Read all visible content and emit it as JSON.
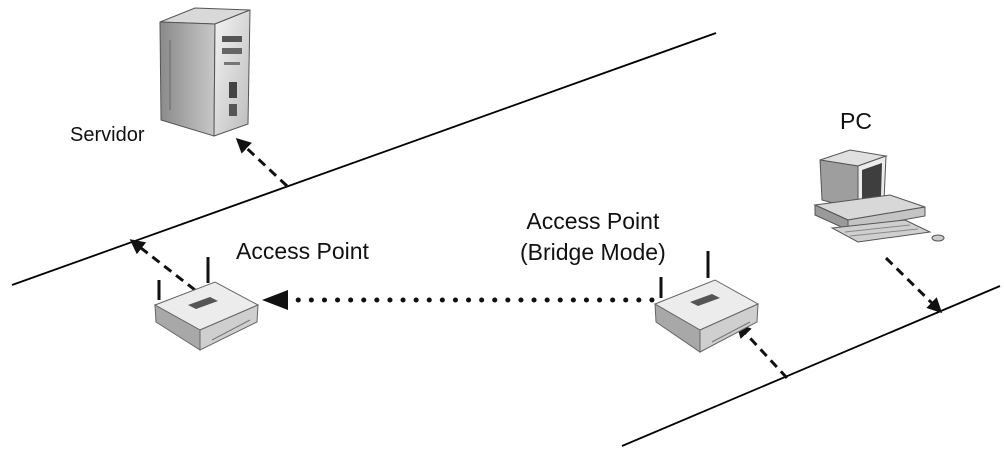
{
  "labels": {
    "server": "Servidor",
    "pc": "PC",
    "access_point": "Access Point",
    "bridge_line1": "Access Point",
    "bridge_line2": "(Bridge Mode)"
  },
  "icons": {
    "server": "server-tower-icon",
    "pc": "desktop-pc-icon",
    "access_point_1": "wireless-access-point-icon",
    "access_point_2": "wireless-access-point-icon"
  },
  "colors": {
    "line": "#000000",
    "device_light": "#e9e9e9",
    "device_mid": "#bdbdbd",
    "device_dark": "#6d6d6d",
    "arrow": "#111111"
  }
}
